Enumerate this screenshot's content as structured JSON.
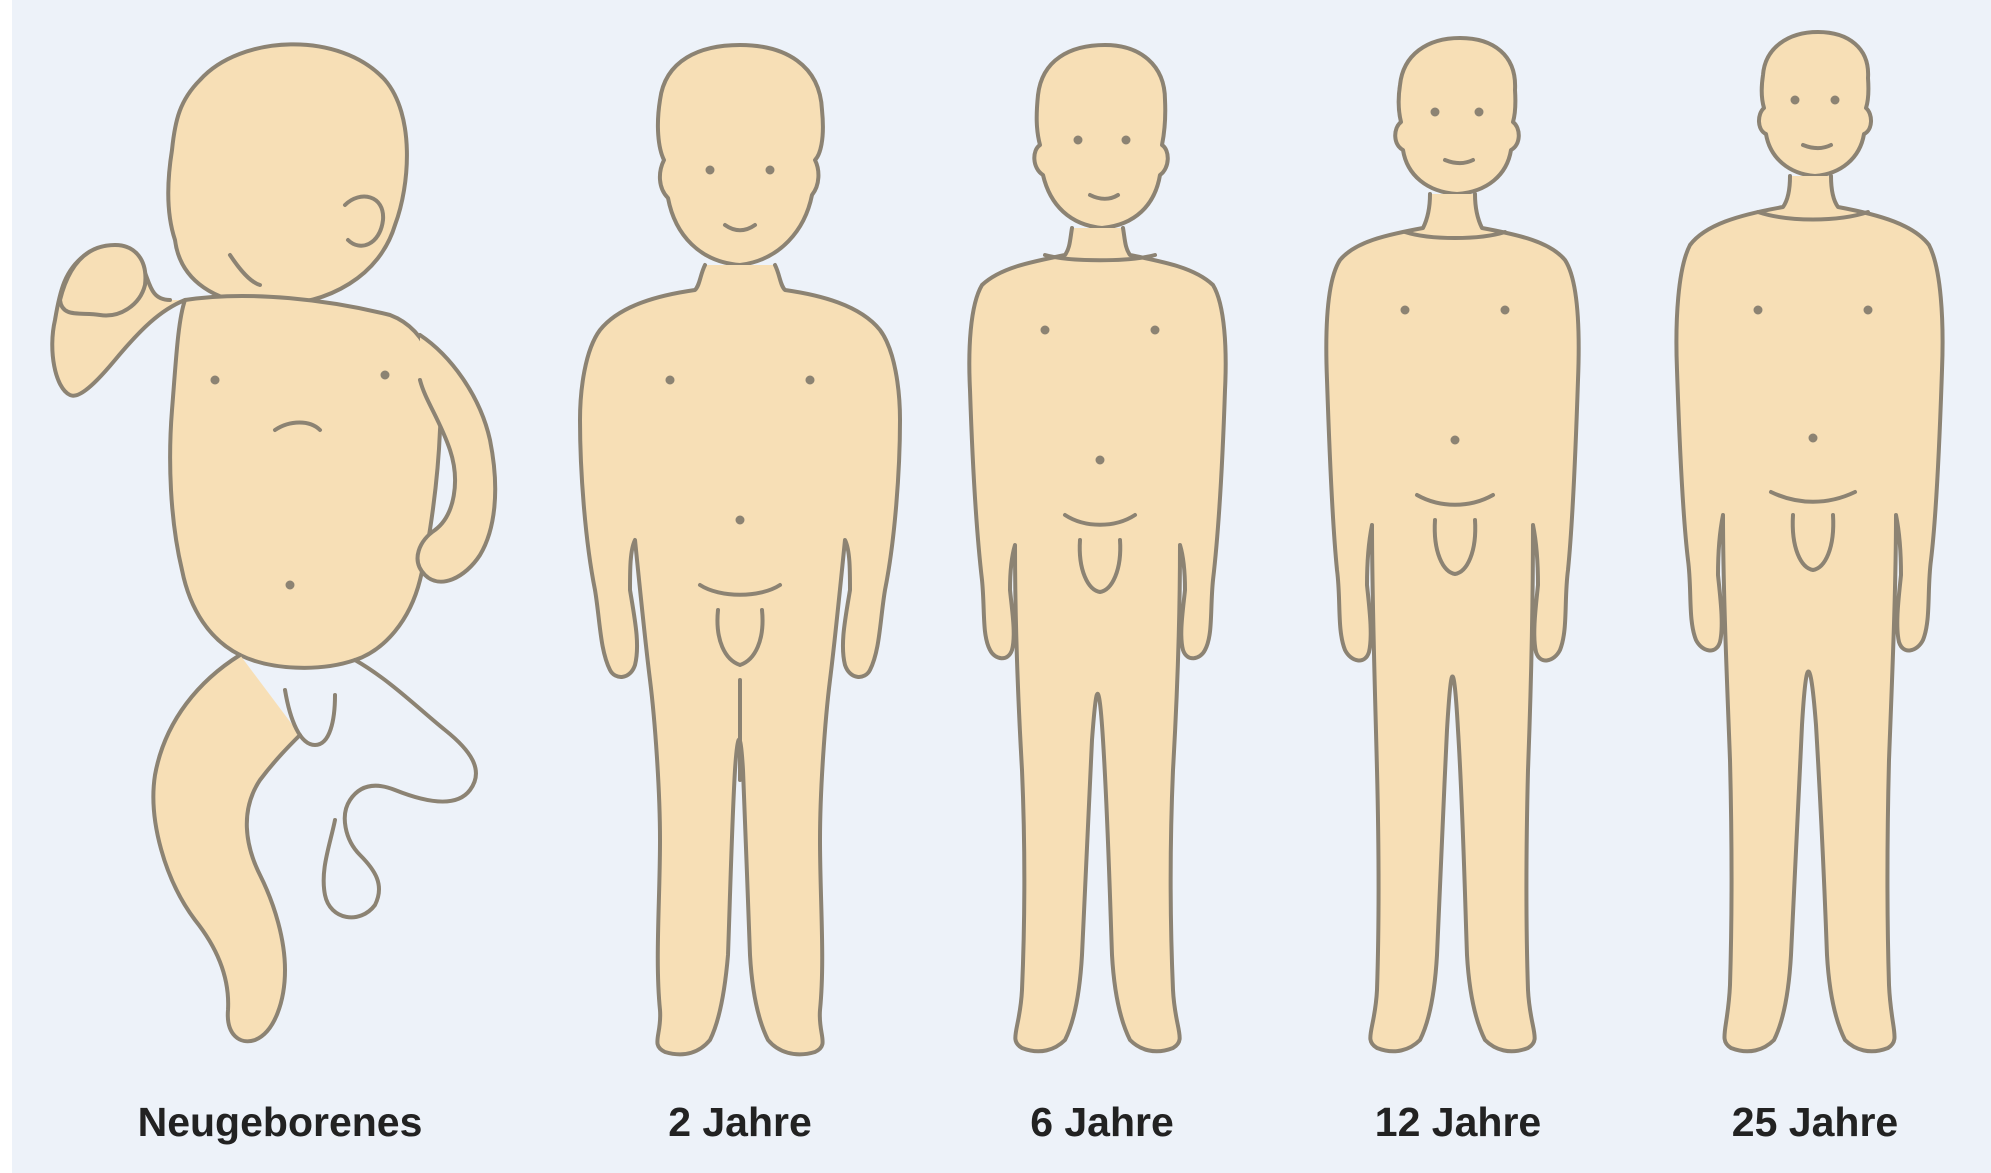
{
  "colors": {
    "background": "#edf2f9",
    "skin": "#f7dfb6",
    "outline": "#8c8373",
    "label": "#222222"
  },
  "figures": [
    {
      "label": "Neugeborenes",
      "icon": "newborn-figure-icon"
    },
    {
      "label": "2 Jahre",
      "icon": "toddler-figure-icon"
    },
    {
      "label": "6 Jahre",
      "icon": "child-figure-icon"
    },
    {
      "label": "12 Jahre",
      "icon": "adolescent-figure-icon"
    },
    {
      "label": "25 Jahre",
      "icon": "adult-figure-icon"
    }
  ]
}
